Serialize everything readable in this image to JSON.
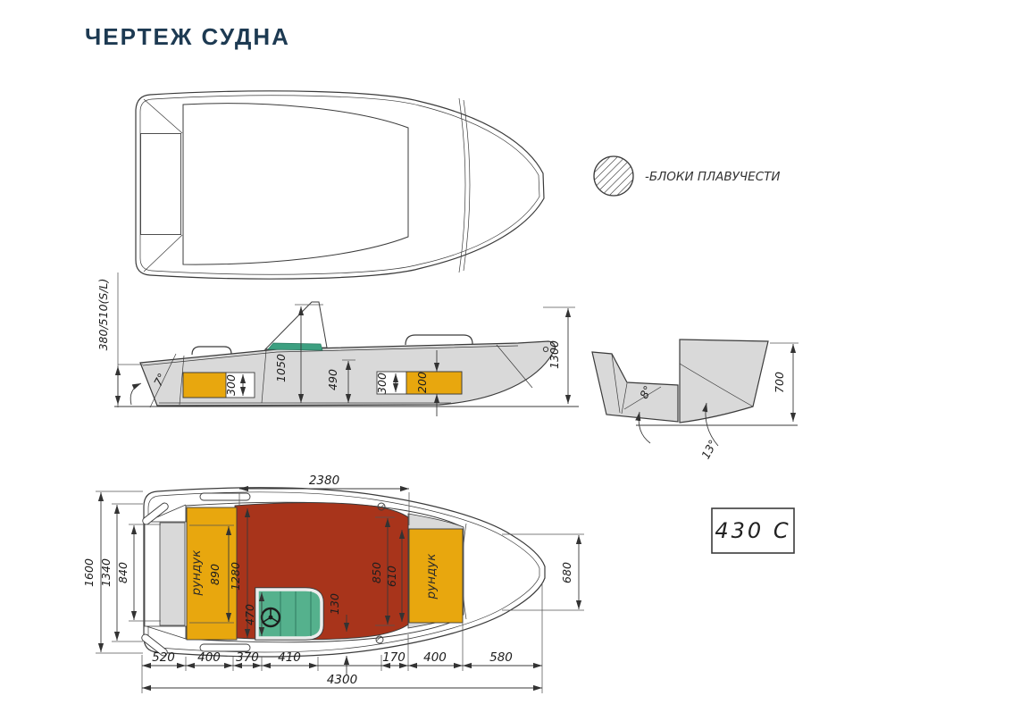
{
  "title": "ЧЕРТЕЖ СУДНА",
  "legend": {
    "label": "-БЛОКИ ПЛАВУЧЕСТИ",
    "symbol": "hatched-circle"
  },
  "badge": {
    "model": "430 C"
  },
  "colors": {
    "title": "#1d3a52",
    "hull_gray": "#d9d9d9",
    "locker_yellow": "#e8a70e",
    "cockpit_red": "#a8341b",
    "console_green": "#55b18d",
    "windshield_green": "#3da081",
    "line": "#3b3b3b"
  },
  "side": {
    "freeboard": "380/510(S/L)",
    "transom_angle": "7°",
    "windshield_height": "1050",
    "cockpit_depth": "490",
    "stern_seat_h": "300",
    "bow_step_h": "300",
    "bow_seat_h": "200",
    "bow_height": "1300"
  },
  "section": {
    "height": "700",
    "deadrise_aft": "8°",
    "deadrise_mid": "13°"
  },
  "plan": {
    "locker": "рундук",
    "cockpit_length": "2380",
    "beam": "1600",
    "w1340": "1340",
    "w840": "840",
    "w890": "890",
    "w1280": "1280",
    "w470": "470",
    "w130": "130",
    "w850": "850",
    "w610": "610",
    "w680": "680",
    "seg520": "520",
    "seg400a": "400",
    "seg370": "370",
    "seg410": "410",
    "seg170": "170",
    "seg400b": "400",
    "seg580": "580",
    "overall": "4300"
  }
}
